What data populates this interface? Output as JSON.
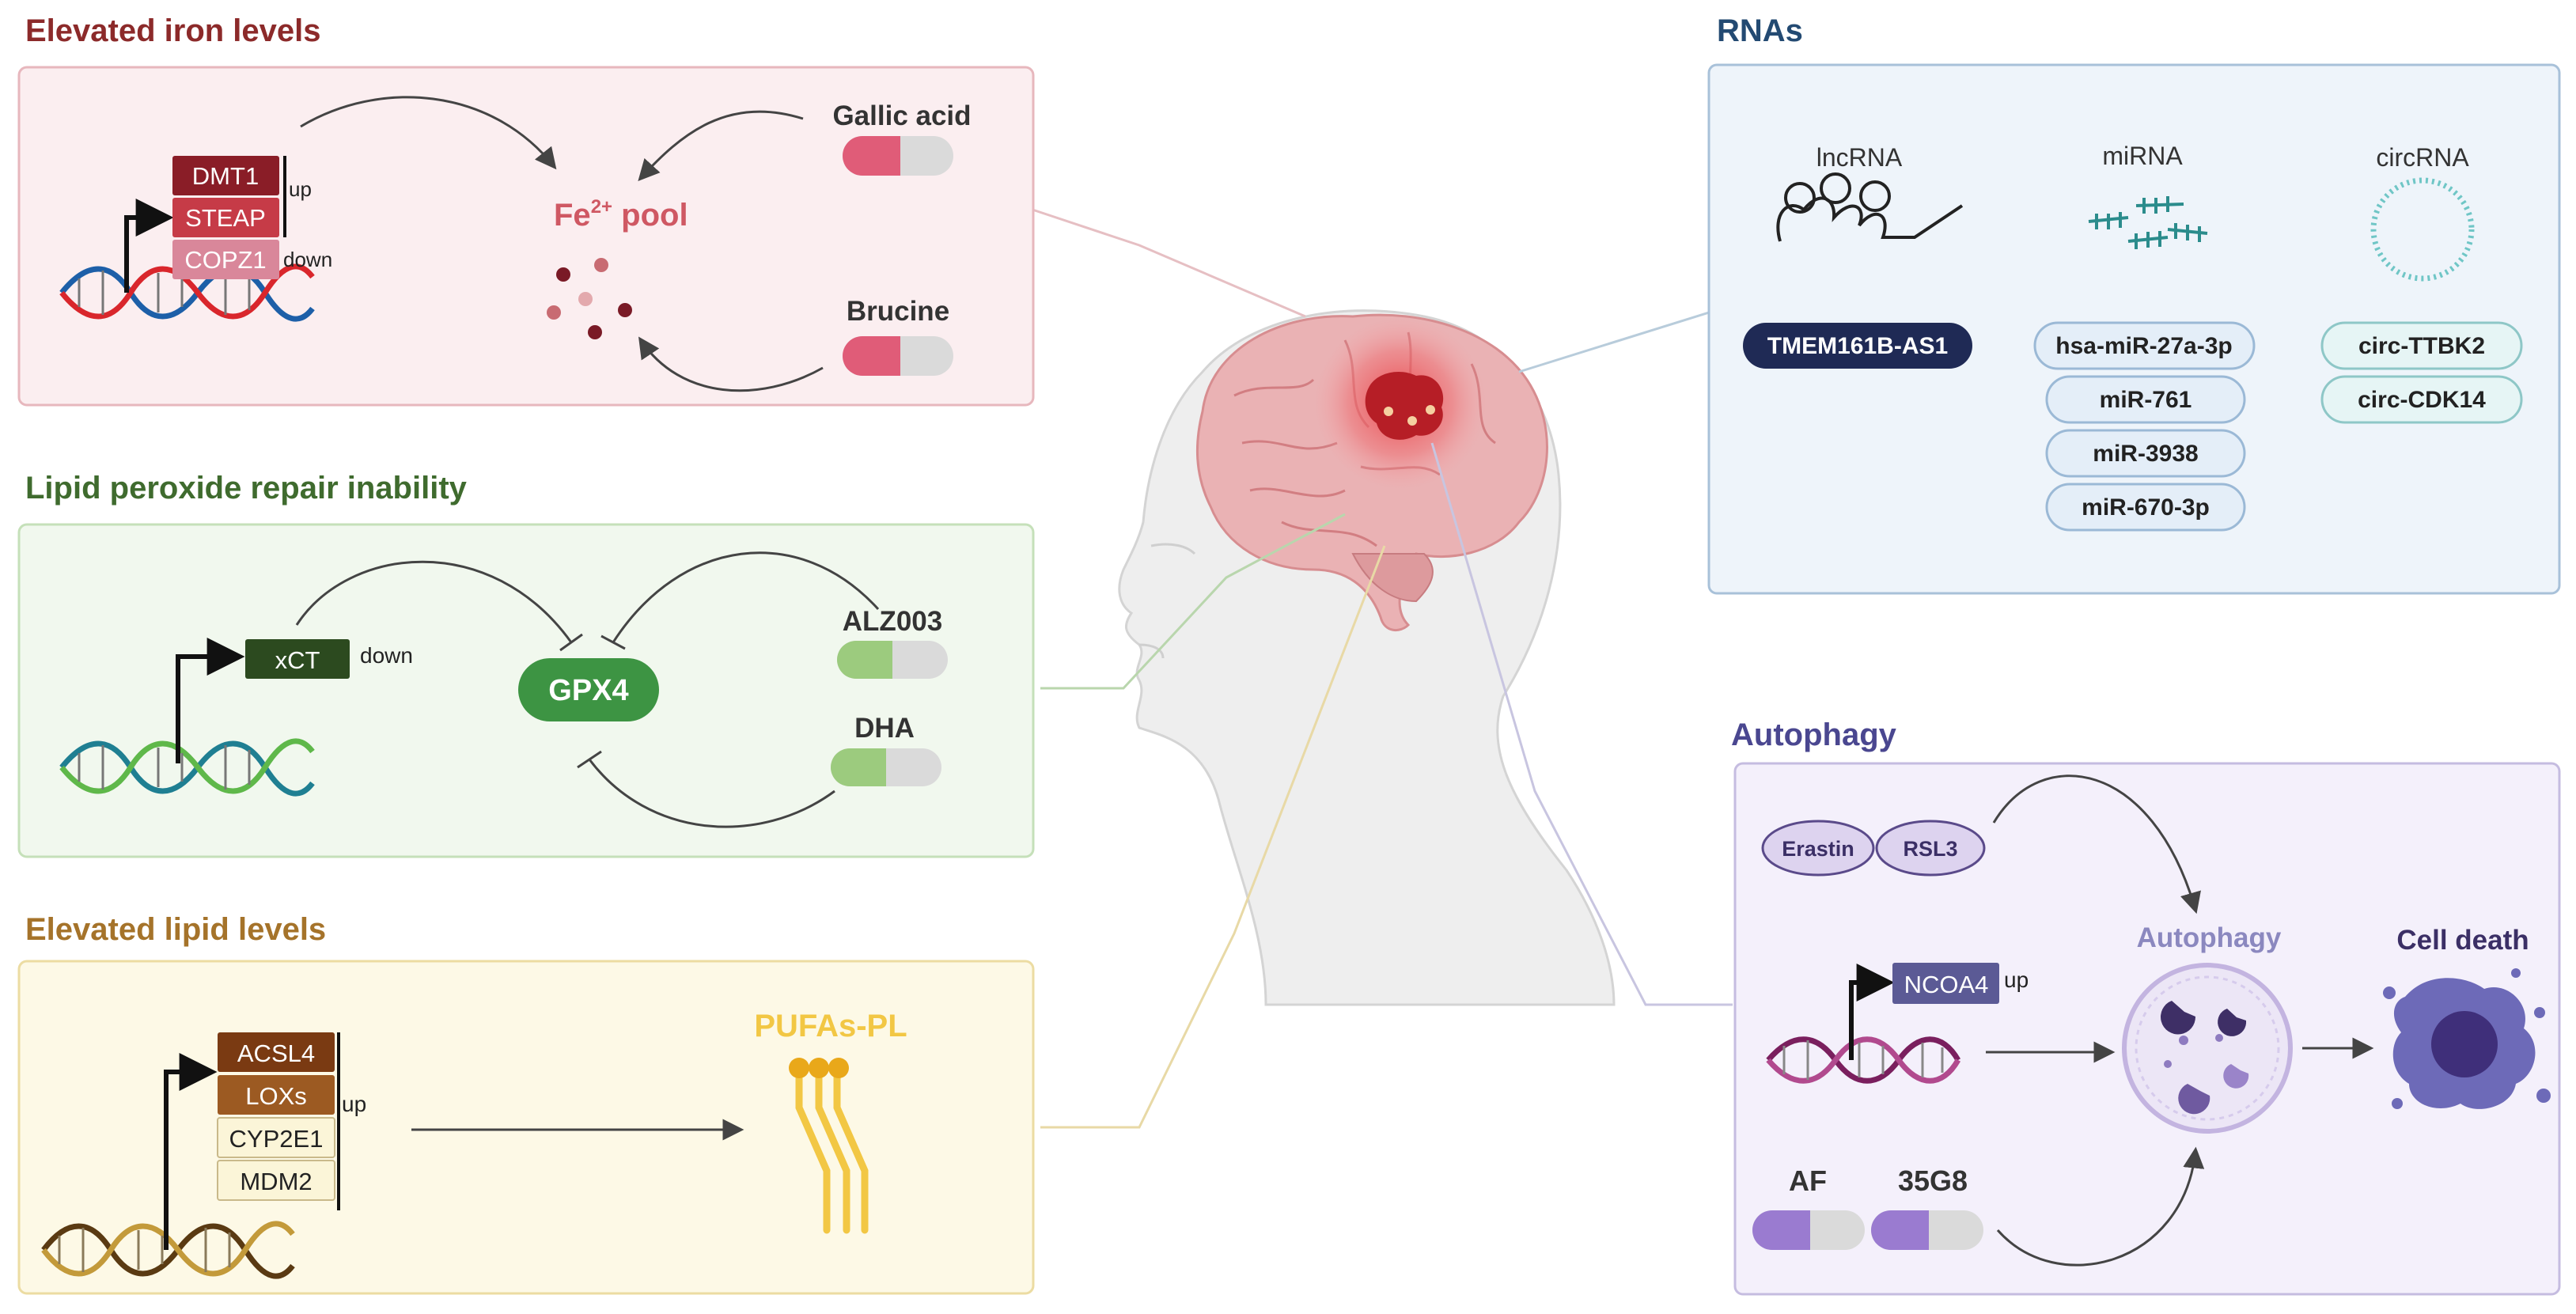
{
  "colors": {
    "iron": "#8c2a2a",
    "lipid_repair": "#3f6b2e",
    "lipid": "#a5732a",
    "rnas": "#234a72",
    "autophagy": "#4a4790",
    "brain": "#e8a3a5",
    "tumor": "#d42a30"
  },
  "iron": {
    "title": "Elevated iron levels",
    "genes": [
      "DMT1",
      "STEAP",
      "COPZ1"
    ],
    "up": "up",
    "down": "down",
    "pool_main": "Fe",
    "pool_sup": "2+",
    "pool_rest": " pool",
    "drug1": "Gallic acid",
    "drug2": "Brucine"
  },
  "repair": {
    "title": "Lipid peroxide repair inability",
    "gene": "xCT",
    "down": "down",
    "target": "GPX4",
    "drug1": "ALZ003",
    "drug2": "DHA"
  },
  "lipid": {
    "title": "Elevated lipid levels",
    "genes": [
      "ACSL4",
      "LOXs",
      "CYP2E1",
      "MDM2"
    ],
    "up": "up",
    "product": "PUFAs-PL"
  },
  "rnas": {
    "title": "RNAs",
    "lnc_label": "lncRNA",
    "mi_label": "miRNA",
    "circ_label": "circRNA",
    "lnc_items": [
      "TMEM161B-AS1"
    ],
    "mi_items": [
      "hsa-miR-27a-3p",
      "miR-761",
      "miR-3938",
      "miR-670-3p"
    ],
    "circ_items": [
      "circ-TTBK2",
      "circ-CDK14"
    ]
  },
  "autophagy": {
    "title": "Autophagy",
    "inducer1": "Erastin",
    "inducer2": "RSL3",
    "gene": "NCOA4",
    "up": "up",
    "process": "Autophagy",
    "outcome": "Cell death",
    "drug1": "AF",
    "drug2": "35G8"
  }
}
